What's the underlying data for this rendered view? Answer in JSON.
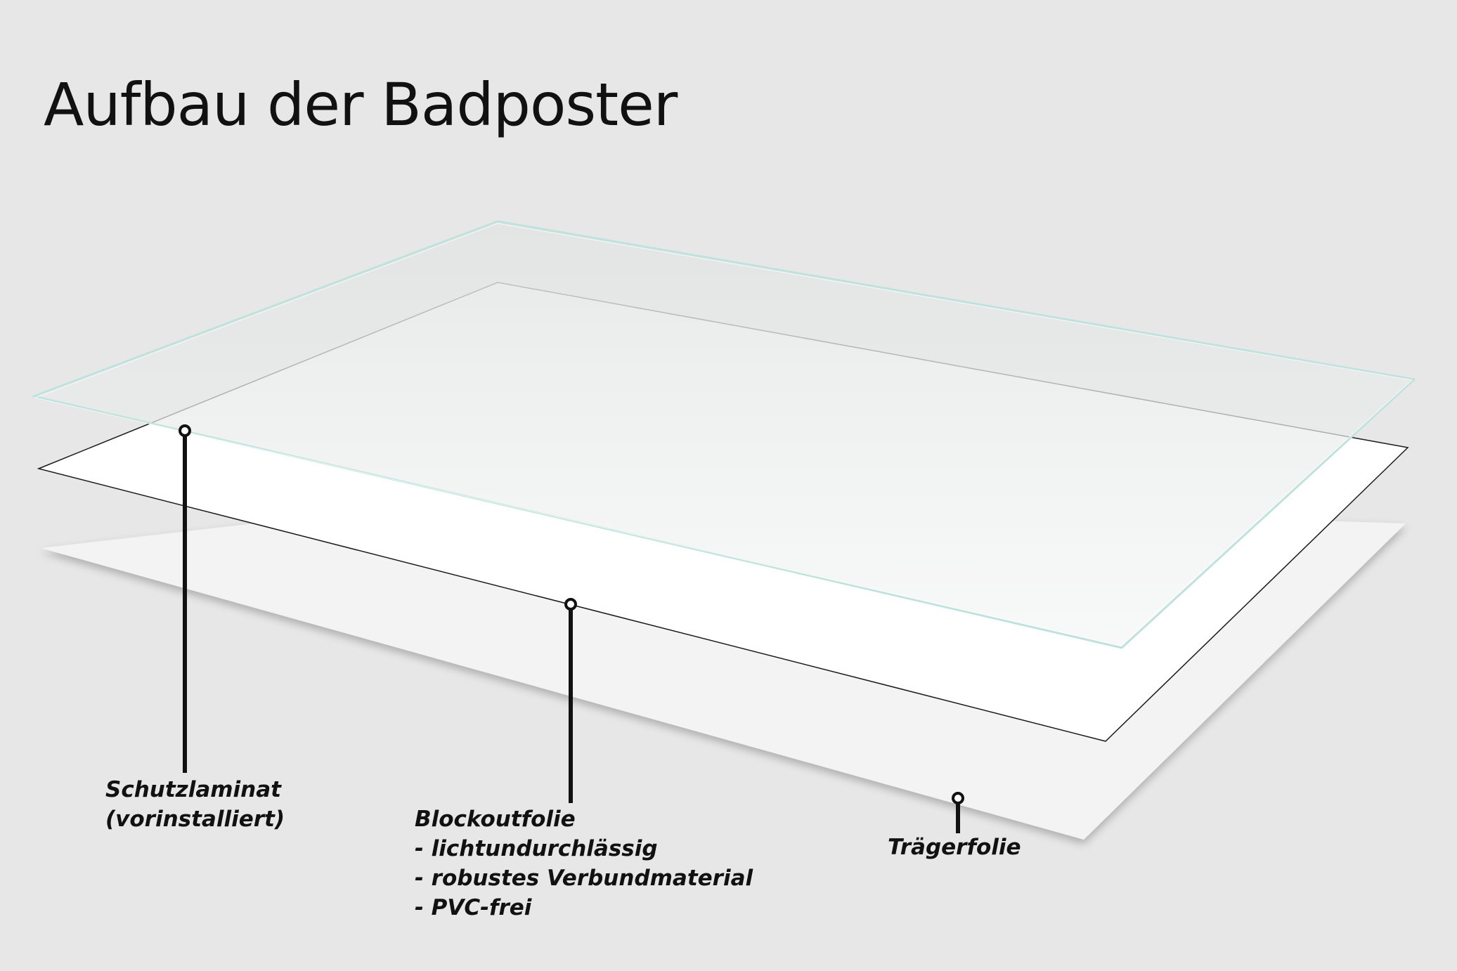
{
  "title": "Aufbau der Badposter",
  "layers": {
    "schutzlaminat": {
      "lines": [
        "Schutzlaminat",
        "(vorinstalliert)"
      ]
    },
    "blockoutfolie": {
      "lines": [
        "Blockoutfolie",
        "- lichtundurchlässig",
        "- robustes Verbundmaterial",
        "- PVC-frei"
      ]
    },
    "traegerfolie": {
      "lines": [
        "Trägerfolie"
      ]
    }
  },
  "colors": {
    "background": "#e7e7e7",
    "text": "#111111",
    "laminate_edge": "#bfe3dc",
    "leader": "#111111"
  }
}
